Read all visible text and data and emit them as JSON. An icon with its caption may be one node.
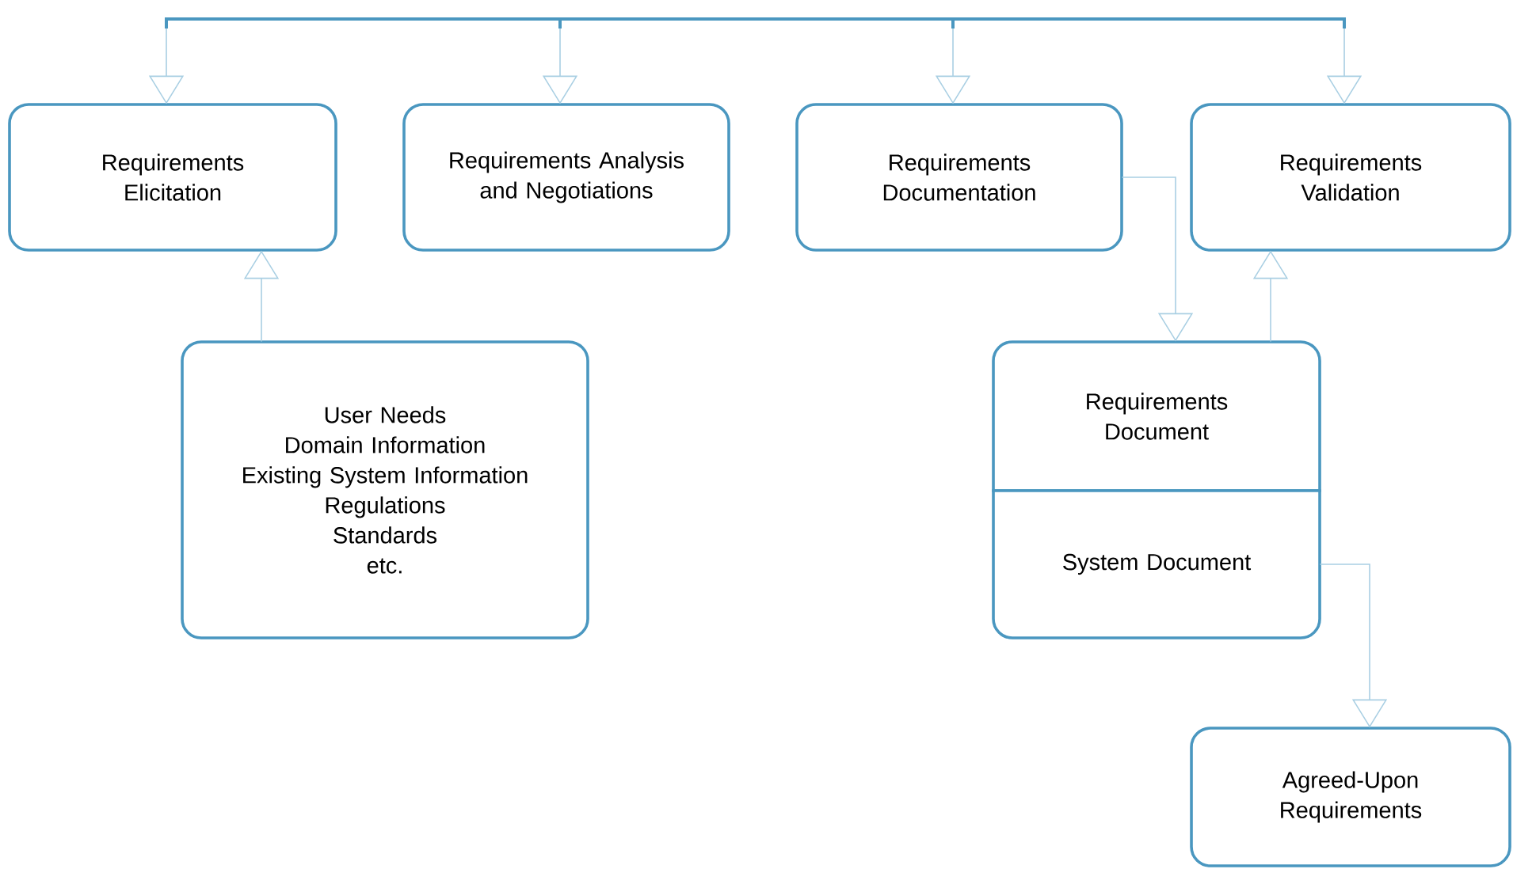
{
  "diagram": {
    "nodes": [
      {
        "text": [
          "Requirements Elicitation"
        ]
      },
      {
        "text": [
          "Requirements Analysis and Negotiations"
        ]
      },
      {
        "text": [
          "Requirements Documentation"
        ]
      },
      {
        "text": [
          "Requirements Validation"
        ]
      },
      {
        "text": [
          "User Needs",
          "Domain Information",
          "Existing System Information",
          "Regulations",
          "Standards",
          "etc."
        ]
      },
      {
        "text": [
          "Requirements Document"
        ]
      },
      {
        "text": [
          "System Document"
        ]
      },
      {
        "text": [
          "Agreed-Upon Requirements"
        ]
      }
    ],
    "edges": [
      {
        "from": null,
        "to": 0,
        "arrow": "to"
      },
      {
        "from": null,
        "to": 1,
        "arrow": "to"
      },
      {
        "from": null,
        "to": 2,
        "arrow": "to"
      },
      {
        "from": null,
        "to": 3,
        "arrow": "to"
      },
      {
        "from": 4,
        "to": 0,
        "arrow": "to",
        "color": "#a9cfe3"
      },
      {
        "from": 2,
        "to": 5,
        "arrow": "to",
        "color": "#a9cfe3"
      },
      {
        "from": 5,
        "to": 3,
        "arrow": "to",
        "color": "#a9cfe3"
      },
      {
        "from": 6,
        "to": 7,
        "arrow": "to",
        "color": "#a9cfe3"
      }
    ]
  }
}
